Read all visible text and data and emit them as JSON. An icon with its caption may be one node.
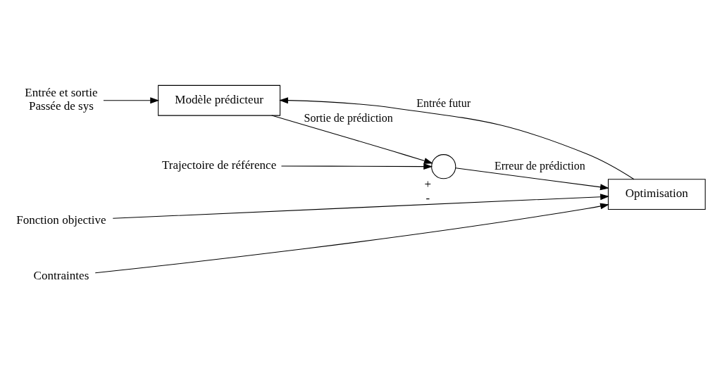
{
  "diagram": {
    "nodes": [
      {
        "text": [
          "Entrée et sortie",
          "Passée de sys"
        ]
      },
      {
        "text": [
          "Modèle prédicteur"
        ]
      },
      {
        "text": [],
        "shape": "circle",
        "beside": [
          "+",
          "-"
        ]
      },
      {
        "text": [
          "Trajectoire de référence"
        ]
      },
      {
        "text": [
          "Optimisation"
        ]
      },
      {
        "text": [
          "Fonction objective"
        ]
      },
      {
        "text": [
          "Contraintes"
        ]
      }
    ],
    "edges": [
      {
        "from": 0,
        "to": 1,
        "arrow": "to"
      },
      {
        "from": 1,
        "to": 2,
        "arrow": "to",
        "label": "Sortie de prédiction"
      },
      {
        "from": 3,
        "to": 2,
        "arrow": "to"
      },
      {
        "from": 2,
        "to": 4,
        "arrow": "to",
        "label": "Erreur de prédiction"
      },
      {
        "from": 4,
        "to": 1,
        "arrow": "to",
        "label": "Entrée futur"
      },
      {
        "from": 5,
        "to": 4,
        "arrow": "to"
      },
      {
        "from": 6,
        "to": 4,
        "arrow": "to"
      }
    ]
  }
}
